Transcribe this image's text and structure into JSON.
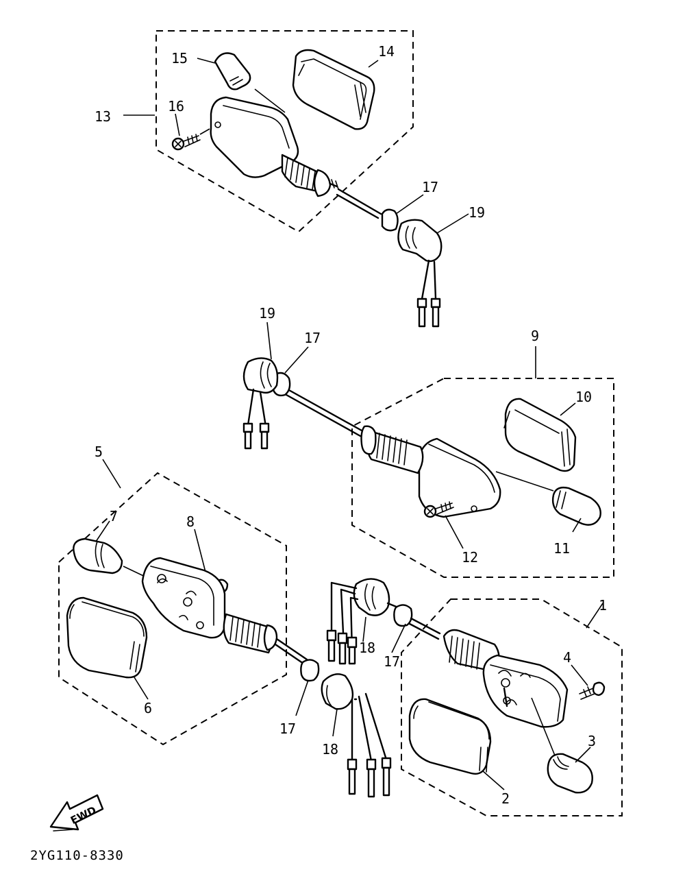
{
  "diagram": {
    "code": "2YG110-8330",
    "direction_label": "FWD",
    "labels": {
      "p1": "1",
      "p2": "2",
      "p3": "3",
      "p4": "4",
      "p5": "5",
      "p6": "6",
      "p7": "7",
      "p8": "8",
      "p9": "9",
      "p10": "10",
      "p11": "11",
      "p12": "12",
      "p13": "13",
      "p14": "14",
      "p15": "15",
      "p16": "16",
      "p17a": "17",
      "p17b": "17",
      "p17c": "17",
      "p17d": "17",
      "p18a": "18",
      "p18b": "18",
      "p19a": "19",
      "p19b": "19"
    }
  }
}
